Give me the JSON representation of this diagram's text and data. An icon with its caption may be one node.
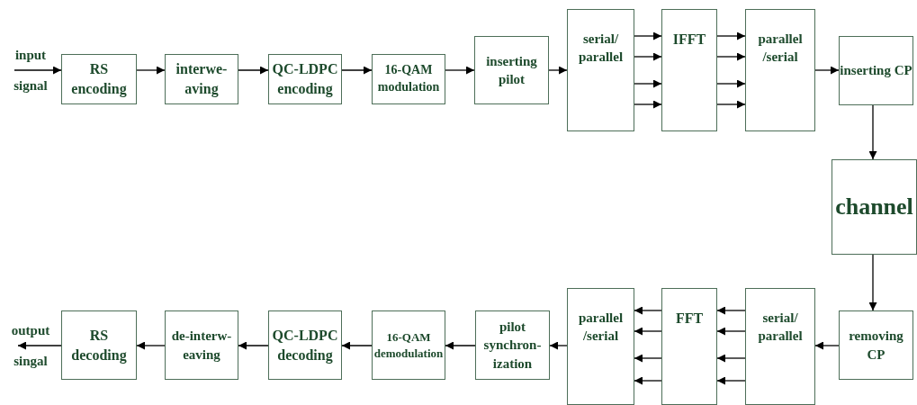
{
  "diagram": {
    "nodes": [
      {
        "text": [
          "RS encoding"
        ]
      },
      {
        "text": [
          "interwe-aving"
        ]
      },
      {
        "text": [
          "QC-LDPC encoding"
        ]
      },
      {
        "text": [
          "16-QAM modulation"
        ]
      },
      {
        "text": [
          "inserting pilot"
        ]
      },
      {
        "text": [
          "serial/ parallel"
        ]
      },
      {
        "text": [
          "IFFT"
        ]
      },
      {
        "text": [
          "parallel /serial"
        ]
      },
      {
        "text": [
          "inserting CP"
        ]
      },
      {
        "text": [
          "channel"
        ]
      },
      {
        "text": [
          "removing CP"
        ]
      },
      {
        "text": [
          "serial/ parallel"
        ]
      },
      {
        "text": [
          "FFT"
        ]
      },
      {
        "text": [
          "parallel /serial"
        ]
      },
      {
        "text": [
          "pilot synchron-ization"
        ]
      },
      {
        "text": [
          "16-QAM demodulation"
        ]
      },
      {
        "text": [
          "QC-LDPC decoding"
        ]
      },
      {
        "text": [
          "de-interw-eaving"
        ]
      },
      {
        "text": [
          "RS decoding"
        ]
      }
    ],
    "edges": [
      {
        "from": null,
        "to": 0,
        "arrow": "to",
        "label": "input signal"
      },
      {
        "from": 0,
        "to": 1,
        "arrow": "to"
      },
      {
        "from": 1,
        "to": 2,
        "arrow": "to"
      },
      {
        "from": 2,
        "to": 3,
        "arrow": "to"
      },
      {
        "from": 3,
        "to": 4,
        "arrow": "to"
      },
      {
        "from": 4,
        "to": 5,
        "arrow": "to"
      },
      {
        "from": 5,
        "to": 6,
        "arrow": "to"
      },
      {
        "from": 5,
        "to": 6,
        "arrow": "to"
      },
      {
        "from": 5,
        "to": 6,
        "arrow": "to"
      },
      {
        "from": 5,
        "to": 6,
        "arrow": "to"
      },
      {
        "from": 6,
        "to": 7,
        "arrow": "to"
      },
      {
        "from": 6,
        "to": 7,
        "arrow": "to"
      },
      {
        "from": 6,
        "to": 7,
        "arrow": "to"
      },
      {
        "from": 6,
        "to": 7,
        "arrow": "to"
      },
      {
        "from": 7,
        "to": 8,
        "arrow": "to"
      },
      {
        "from": 8,
        "to": 9,
        "arrow": "to"
      },
      {
        "from": 9,
        "to": 10,
        "arrow": "to"
      },
      {
        "from": 10,
        "to": 11,
        "arrow": "to"
      },
      {
        "from": 11,
        "to": 12,
        "arrow": "to"
      },
      {
        "from": 11,
        "to": 12,
        "arrow": "to"
      },
      {
        "from": 11,
        "to": 12,
        "arrow": "to"
      },
      {
        "from": 11,
        "to": 12,
        "arrow": "to"
      },
      {
        "from": 12,
        "to": 13,
        "arrow": "to"
      },
      {
        "from": 12,
        "to": 13,
        "arrow": "to"
      },
      {
        "from": 12,
        "to": 13,
        "arrow": "to"
      },
      {
        "from": 12,
        "to": 13,
        "arrow": "to"
      },
      {
        "from": 13,
        "to": 14,
        "arrow": "to"
      },
      {
        "from": 14,
        "to": 15,
        "arrow": "to"
      },
      {
        "from": 15,
        "to": 16,
        "arrow": "to"
      },
      {
        "from": 16,
        "to": 17,
        "arrow": "to"
      },
      {
        "from": 17,
        "to": 18,
        "arrow": "to"
      },
      {
        "from": 18,
        "to": null,
        "arrow": "to",
        "label": "output singal"
      }
    ]
  }
}
